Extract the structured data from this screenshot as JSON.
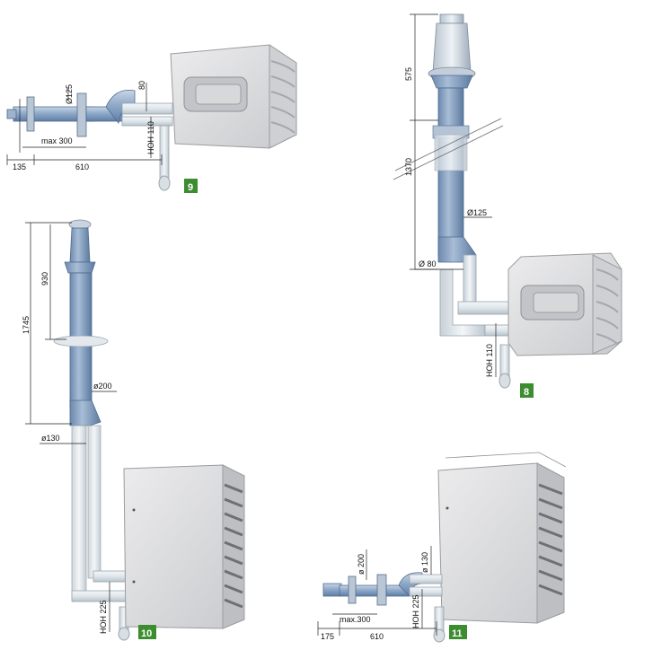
{
  "figures": [
    {
      "id": "9",
      "badge": "9",
      "labels": {
        "d_pipe": "Ø125",
        "d_small": "80",
        "hoh": "HOH 110",
        "max": "max 300",
        "left": "135",
        "len": "610"
      }
    },
    {
      "id": "8",
      "badge": "8",
      "labels": {
        "top": "575",
        "total": "1370",
        "d_pipe": "Ø125",
        "d_small": "Ø 80",
        "hoh": "HOH 110"
      }
    },
    {
      "id": "10",
      "badge": "10",
      "labels": {
        "top": "930",
        "total": "1745",
        "d_pipe": "ø200",
        "d_small": "ø130",
        "hoh": "HOH 225"
      }
    },
    {
      "id": "11",
      "badge": "11",
      "labels": {
        "d_pipe": "ø 200",
        "d_small": "ø 130",
        "hoh": "HOH 225",
        "max": "max.300",
        "left": "175",
        "len": "610"
      }
    }
  ],
  "colors": {
    "badge": "#3c8d2f",
    "pipe_blue": "#8fa9c9",
    "pipe_dark": "#5f7ea5",
    "boiler_face": "#d9dadc",
    "boiler_side": "#b8babd",
    "glass": "#e6eef3"
  }
}
